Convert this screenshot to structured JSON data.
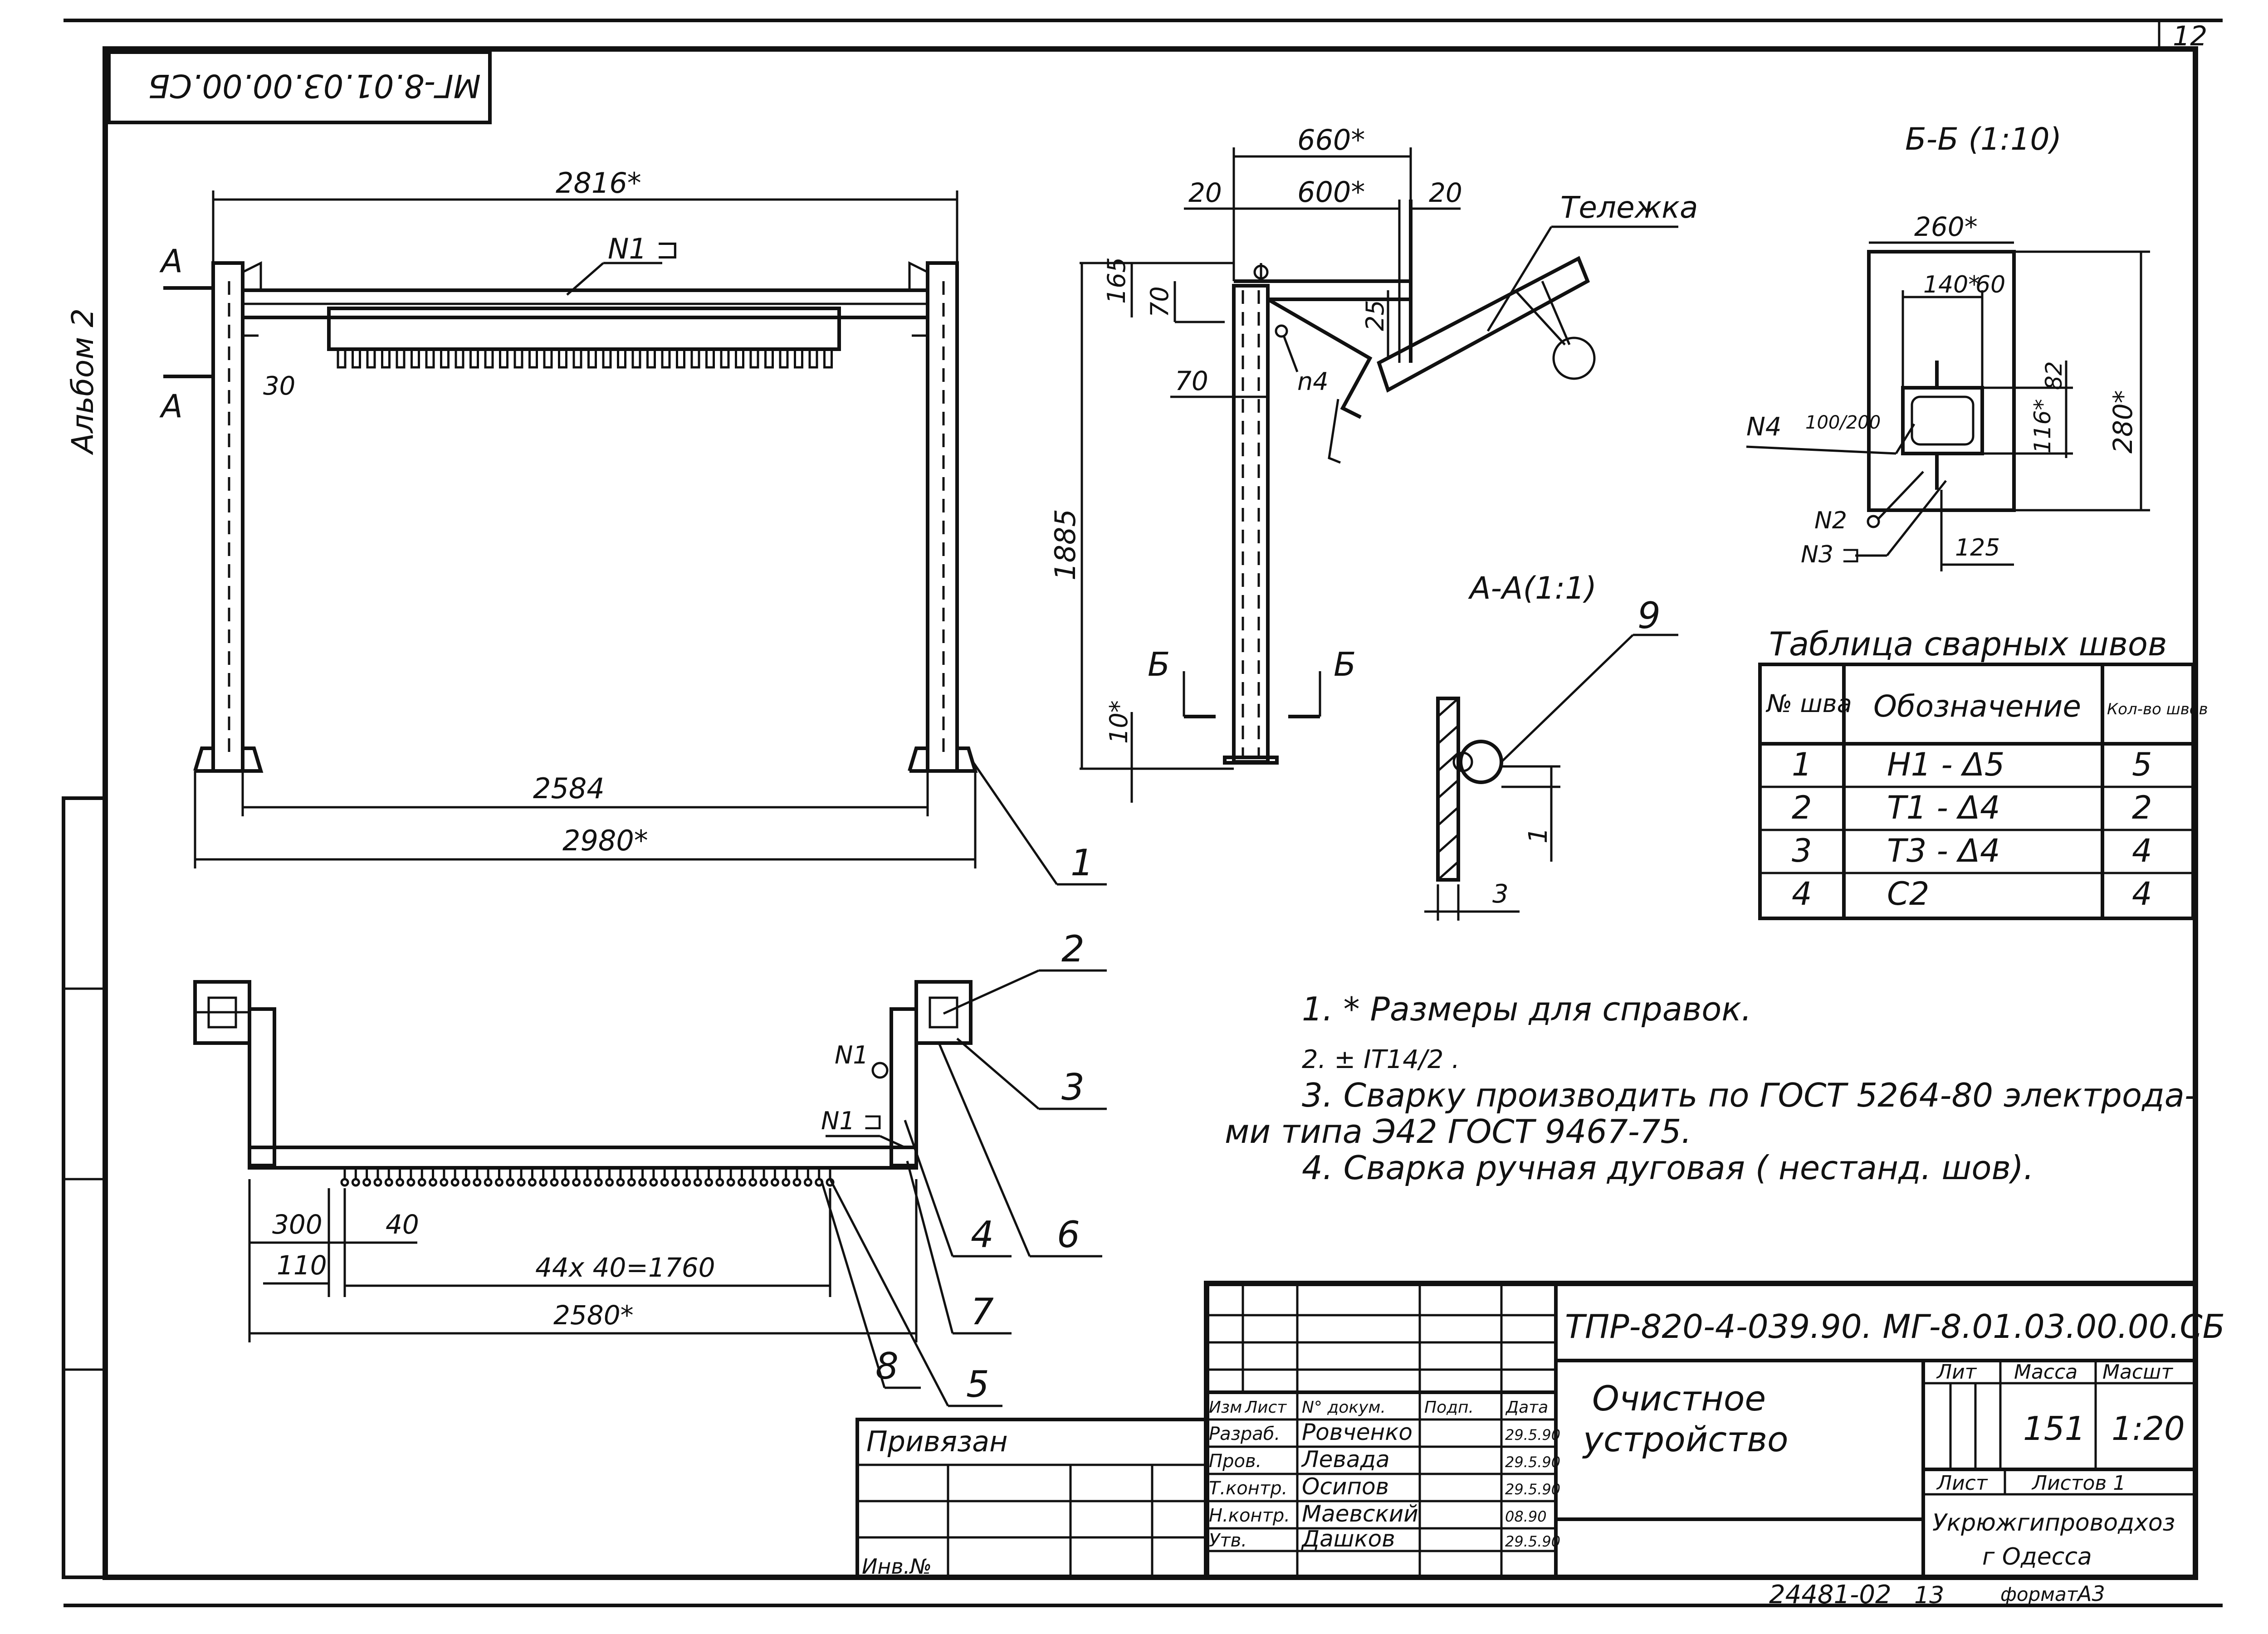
{
  "sheet": {
    "page_number": "12",
    "album": "Альбом 2",
    "doc_code_rotated": "МГ-8.01.03.00.00.СБ",
    "format_label": "формат",
    "format_value": "А3",
    "archive_number": "24481-02",
    "archive_sheet": "13"
  },
  "main_view": {
    "dim_top": "2816*",
    "dim_inner": "2584",
    "dim_outer": "2980*",
    "label_N1": "N1 ⊐",
    "section_A1": "А",
    "section_A2": "А",
    "dim_30": "30",
    "callout_1": "1"
  },
  "side_view": {
    "dim_660": "660*",
    "dim_600": "600*",
    "dim_20a": "20",
    "dim_20b": "20",
    "dim_165": "165",
    "dim_70v": "70",
    "dim_25": "25",
    "dim_70h": "70",
    "label_n4": "n4",
    "dim_1885": "1885",
    "dim_10": "10*",
    "section_B1": "Б",
    "section_B2": "Б",
    "label_trolley": "Тележка"
  },
  "section_AA": {
    "title": "А-А(1:1)",
    "callout_9": "9",
    "dim_1": "1",
    "dim_3": "3"
  },
  "section_BB": {
    "title": "Б-Б (1:10)",
    "dim_260": "260*",
    "dim_140": "140*",
    "dim_60": "60",
    "dim_82": "82",
    "dim_116": "116*",
    "dim_280": "280*",
    "dim_125": "125",
    "label_N4": "N4",
    "label_N4_frac": "100/200",
    "label_N2": "N2",
    "label_N3": "N3 ⊐"
  },
  "plan_view": {
    "dim_300": "300",
    "dim_110": "110",
    "dim_40": "40",
    "dim_1760": "44x 40=1760",
    "dim_2580": "2580*",
    "label_N1_circle": "N1",
    "label_N1_channel": "N1 ⊐",
    "callouts": [
      "2",
      "3",
      "4",
      "5",
      "6",
      "7",
      "8"
    ]
  },
  "weld_table": {
    "title": "Таблица сварных швов",
    "headers": [
      "№ шва",
      "Обозначение",
      "Кол-во швов"
    ],
    "rows": [
      [
        "1",
        "Н1 - Δ5",
        "5"
      ],
      [
        "2",
        "Т1 - Δ4",
        "2"
      ],
      [
        "3",
        "Т3 - Δ4",
        "4"
      ],
      [
        "4",
        "С2",
        "4"
      ]
    ]
  },
  "notes": [
    "1. * Размеры для справок.",
    "2. ± IT14/2 .",
    "3. Сварку производить по ГОСТ 5264-80 электрода-",
    "ми типа Э42 ГОСТ 9467-75.",
    "4. Сварка ручная дуговая ( нестанд. шов)."
  ],
  "title_block": {
    "project_code": "ТПР-820-4-039.90.  МГ-8.01.03.00.00.СБ",
    "name_line1": "Очистное",
    "name_line2": "устройство",
    "lit_label": "Лит",
    "mass_label": "Масса",
    "scale_label": "Масшт",
    "mass_value": "151",
    "scale_value": "1:20",
    "sheet_label": "Лист",
    "sheets_label": "Листов 1",
    "org_line1": "Укрюжгипроводхоз",
    "org_line2": "г Одесса",
    "privyazan": "Привязан",
    "inv_no": "Инв.№",
    "header_cols": [
      "Изм",
      "Лист",
      "N° докум.",
      "Подп.",
      "Дата"
    ],
    "signers": [
      {
        "role": "Разраб.",
        "name": "Ровченко",
        "date": "29.5.90"
      },
      {
        "role": "Пров.",
        "name": "Левада",
        "date": "29.5.90"
      },
      {
        "role": "Т.контр.",
        "name": "Осипов",
        "date": "29.5.90"
      },
      {
        "role": "Н.контр.",
        "name": "Маевский",
        "date": "08.90"
      },
      {
        "role": "Утв.",
        "name": "Дашков",
        "date": "29.5.90"
      }
    ]
  }
}
